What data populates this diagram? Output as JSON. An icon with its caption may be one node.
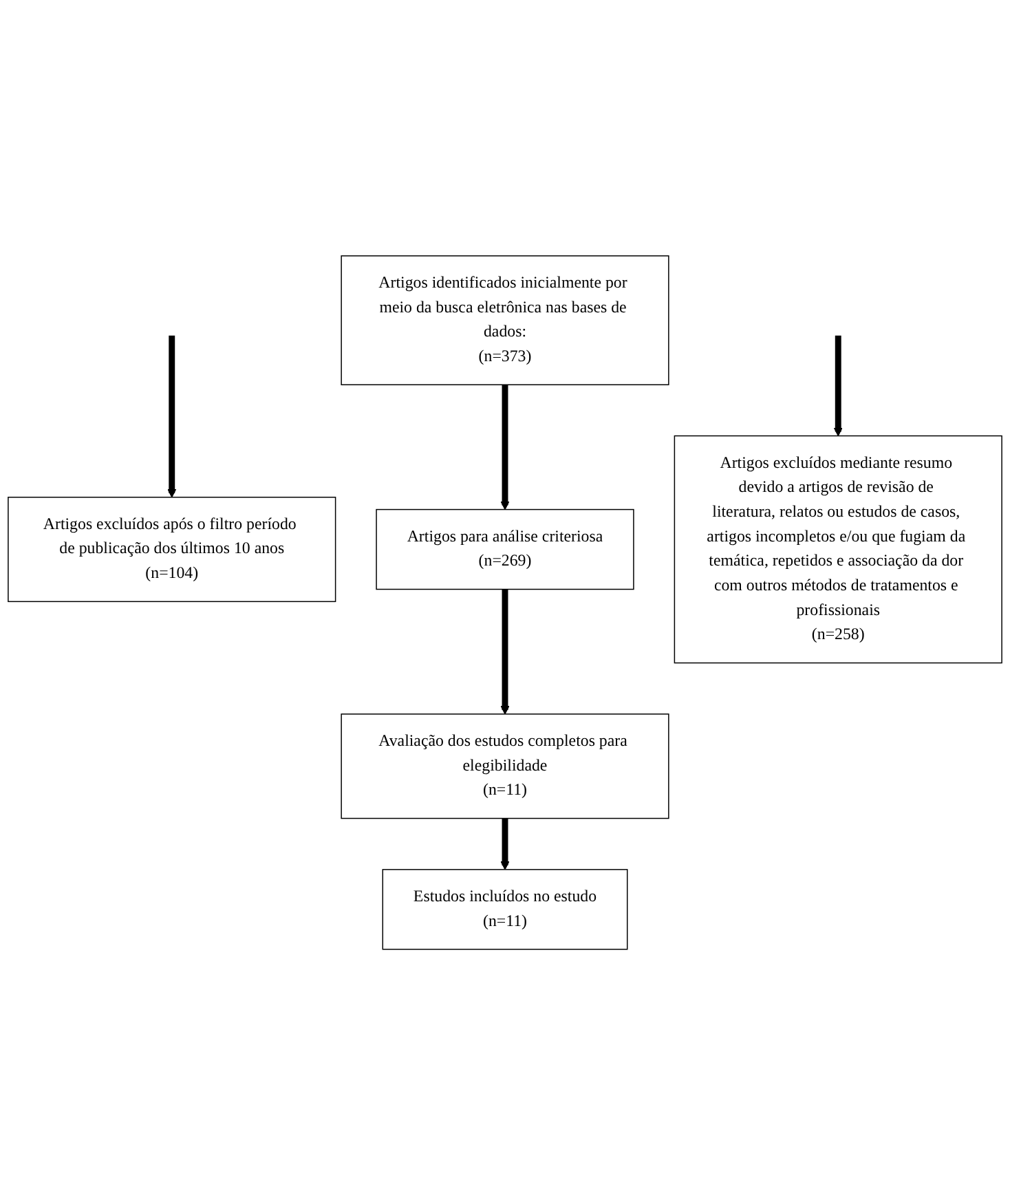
{
  "diagram": {
    "nodes": [
      {
        "text": [
          "Artigos identificados inicialmente por meio da busca eletrônica nas bases de dados:",
          "(n=373)"
        ]
      },
      {
        "text": [
          "Artigos excluídos após o filtro período de publicação dos últimos 10 anos",
          "(n=104)"
        ]
      },
      {
        "text": [
          "Artigos para análise criteriosa",
          "(n=269)"
        ]
      },
      {
        "text": [
          "Artigos excluídos mediante resumo devido a artigos de revisão de literatura, relatos ou estudos de casos, artigos incompletos e/ou que fugiam da temática, repetidos e associação da dor com outros métodos de tratamentos e profissionais",
          "(n=258)"
        ]
      },
      {
        "text": [
          "Avaliação dos estudos completos para elegibilidade",
          "(n=11)"
        ]
      },
      {
        "text": [
          "Estudos incluídos no estudo",
          "(n=11)"
        ]
      }
    ],
    "edges": [
      {
        "from": 0,
        "to": 2,
        "arrow": "to"
      },
      {
        "from": null,
        "to": 1,
        "arrow": "to"
      },
      {
        "from": 2,
        "to": 4,
        "arrow": "to"
      },
      {
        "from": null,
        "to": 3,
        "arrow": "to"
      },
      {
        "from": 4,
        "to": 5,
        "arrow": "to"
      }
    ]
  }
}
